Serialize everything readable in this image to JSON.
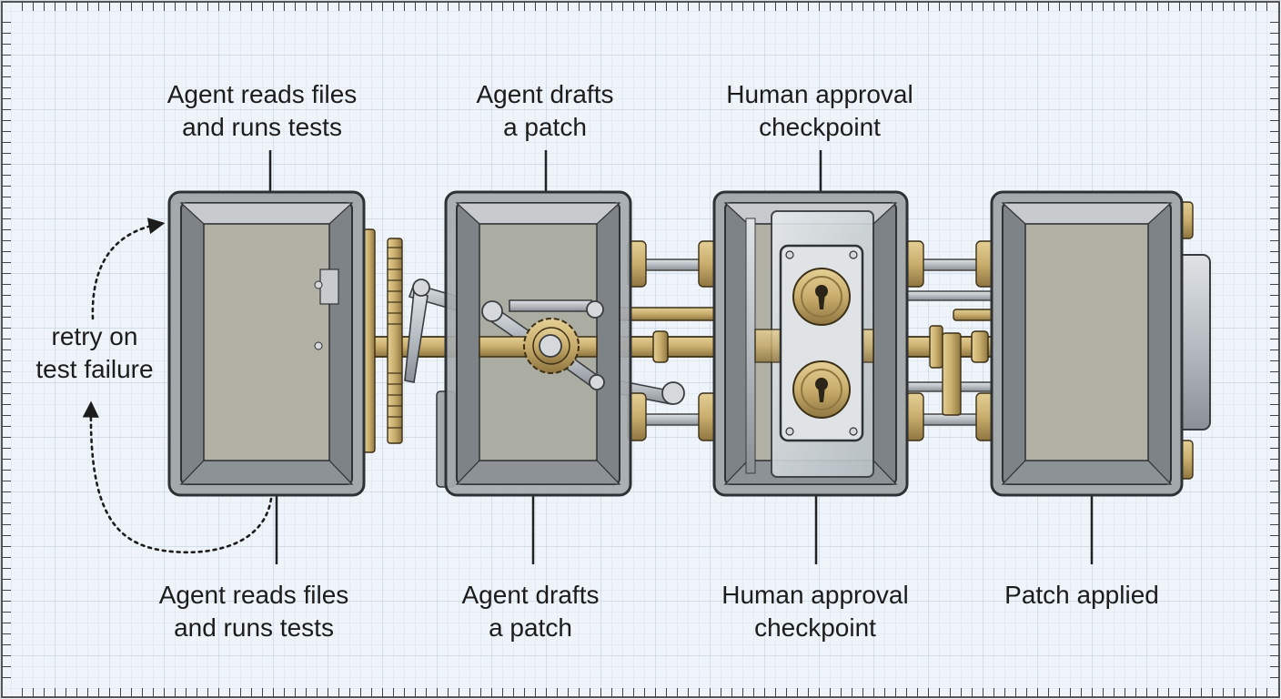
{
  "colors": {
    "grid_background": "#eef4fa",
    "grid_line": "#c9d6e3",
    "housing": "#a4a9ac",
    "housing_edge": "#3a3d40",
    "panel": "#b1b1a5",
    "brass": "#c9ad6d",
    "steel": "#b7bdc2",
    "arrow": "#1c1c1c"
  },
  "diagram": {
    "modules": [
      {
        "id": "read",
        "icon": "chamber-icon"
      },
      {
        "id": "draft",
        "icon": "chamber-icon"
      },
      {
        "id": "approval",
        "icon": "lock-chamber-icon"
      },
      {
        "id": "applied",
        "icon": "chamber-icon"
      }
    ],
    "top_labels": [
      {
        "line1": "Agent reads files",
        "line2": "and runs tests"
      },
      {
        "line1": "Agent drafts",
        "line2": "a patch"
      },
      {
        "line1": "Human approval",
        "line2": "checkpoint"
      }
    ],
    "bottom_labels": [
      {
        "line1": "Agent reads files",
        "line2": "and runs tests"
      },
      {
        "line1": "Agent drafts",
        "line2": "a patch"
      },
      {
        "line1": "Human approval",
        "line2": "checkpoint"
      },
      {
        "line1": "Patch applied",
        "line2": ""
      }
    ],
    "loop_label": {
      "line1": "retry on",
      "line2": "test failure"
    }
  }
}
